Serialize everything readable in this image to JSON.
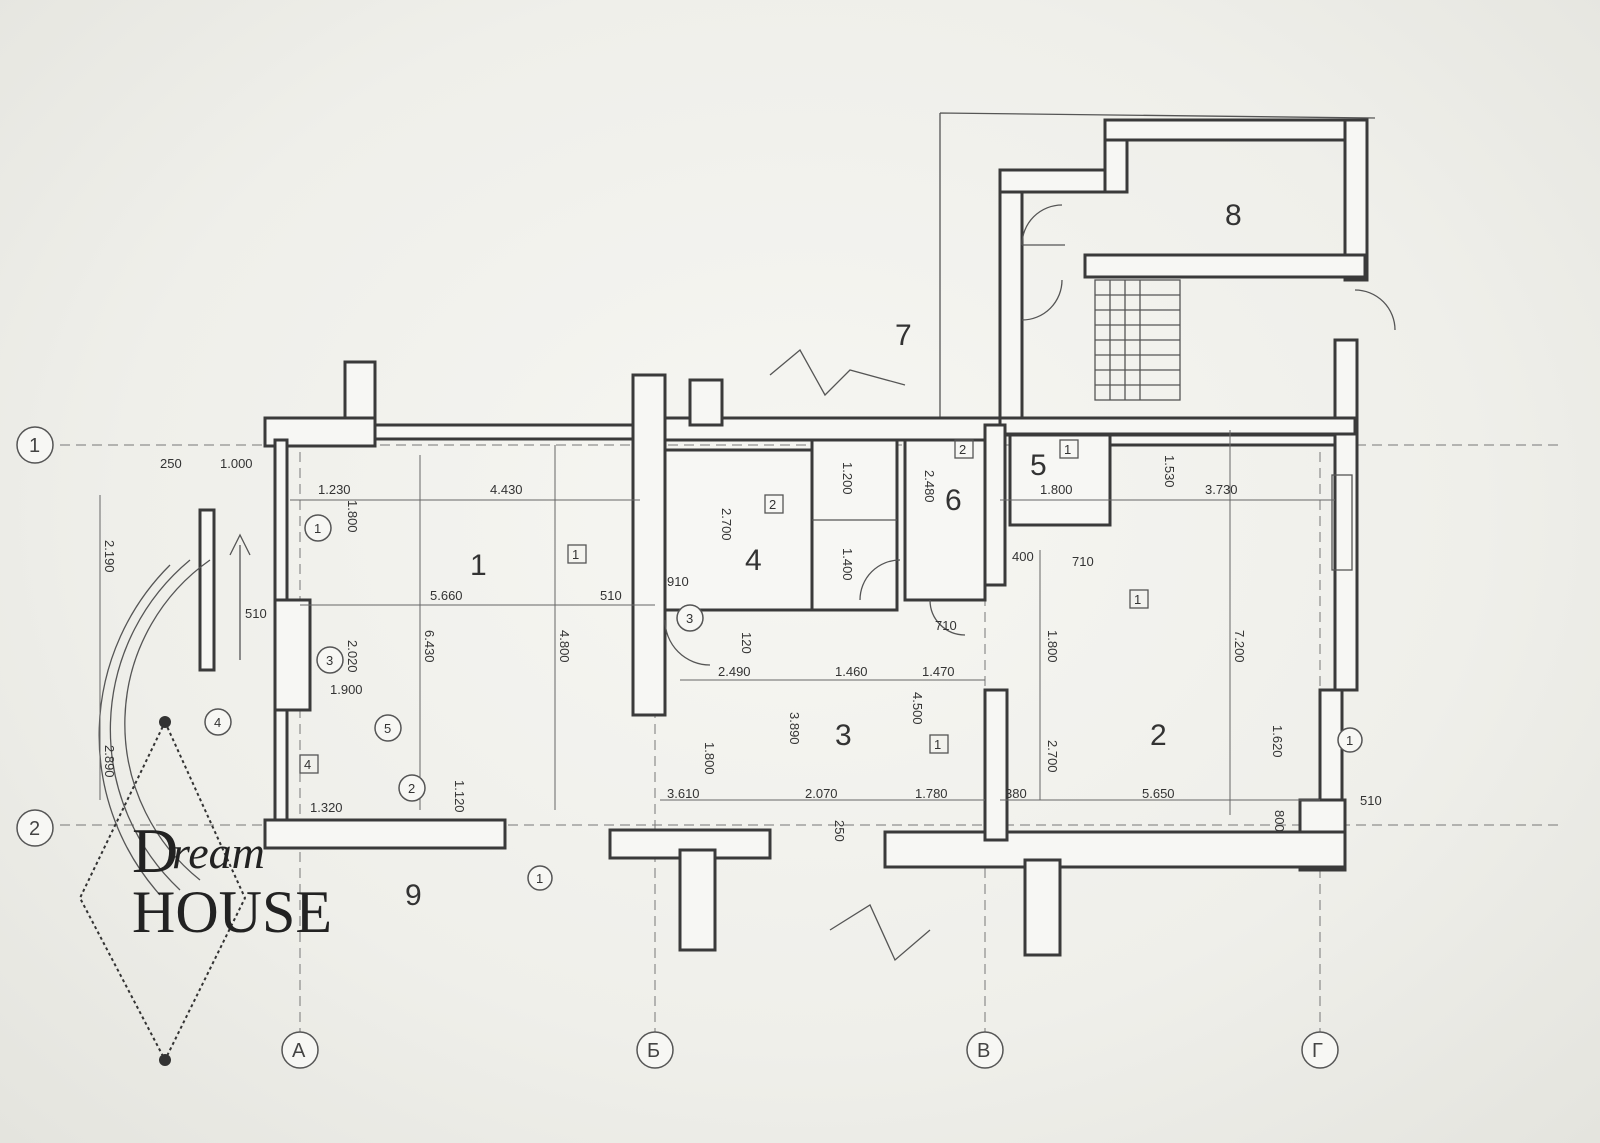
{
  "plan": {
    "rooms": [
      "1",
      "2",
      "3",
      "4",
      "5",
      "6",
      "7",
      "8",
      "9"
    ],
    "grid_rows": [
      "1",
      "2"
    ],
    "grid_cols": [
      "А",
      "Б",
      "В",
      "Г"
    ],
    "dimensions": {
      "d250": "250",
      "d1000": "1.000",
      "d1230": "1.230",
      "d4430": "4.430",
      "d5660": "5.660",
      "d6430": "6.430",
      "d4800": "4.800",
      "d510a": "510",
      "d2190": "2.190",
      "d510b": "510",
      "d2890": "2.890",
      "d1800a": "1.800",
      "d2020": "2.020",
      "d1900": "1.900",
      "d1120": "1.120",
      "d1320": "1.320",
      "d2700a": "2.700",
      "d910": "910",
      "d120a": "120",
      "d2490": "2.490",
      "d1460": "1.460",
      "d1470": "1.470",
      "d3890": "3.890",
      "d4500": "4.500",
      "d1800b": "1.800",
      "d3610": "3.610",
      "d2070": "2.070",
      "d1780": "1.780",
      "d250b": "250",
      "d1800c": "1.800",
      "d3730": "3.730",
      "d1530": "1.530",
      "d7200": "7.200",
      "d5650": "5.650",
      "d1620": "1.620",
      "d380": "380",
      "d2700b": "2.700",
      "d1800d": "1.800",
      "d710": "710",
      "d400": "400",
      "d2480": "2.480",
      "d1200": "1.200",
      "d1400": "1.400",
      "d510c": "510",
      "d800": "800"
    },
    "tags": [
      "1",
      "2",
      "3",
      "4",
      "5"
    ]
  },
  "logo": {
    "top": "Dream",
    "bottom": "HOUSE"
  }
}
